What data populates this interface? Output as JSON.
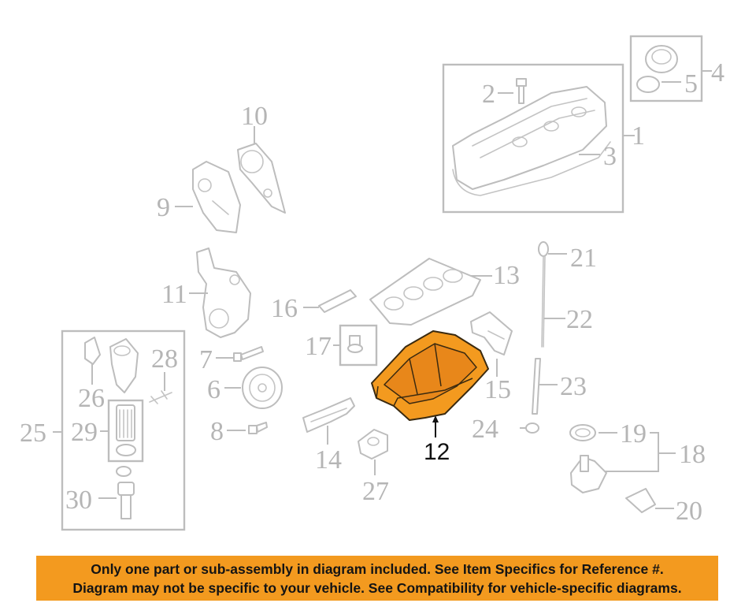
{
  "diagram": {
    "labels": {
      "1": "1",
      "2": "2",
      "3": "3",
      "4": "4",
      "5": "5",
      "6": "6",
      "7": "7",
      "8": "8",
      "9": "9",
      "10": "10",
      "11": "11",
      "12": "12",
      "13": "13",
      "14": "14",
      "15": "15",
      "16": "16",
      "17": "17",
      "18": "18",
      "19": "19",
      "20": "20",
      "21": "21",
      "22": "22",
      "23": "23",
      "24": "24",
      "25": "25",
      "26": "26",
      "27": "27",
      "28": "28",
      "29": "29",
      "30": "30"
    },
    "highlighted_part": "12",
    "colors": {
      "highlight": "#f39a1f",
      "parts": "#bdbdbd",
      "banner": "#f39a1f"
    }
  },
  "notice": {
    "line1": "Only one part or sub-assembly in diagram included. See Item Specifics for Reference #.",
    "line2": "Diagram may not be specific to your vehicle. See Compatibility for vehicle-specific diagrams."
  }
}
